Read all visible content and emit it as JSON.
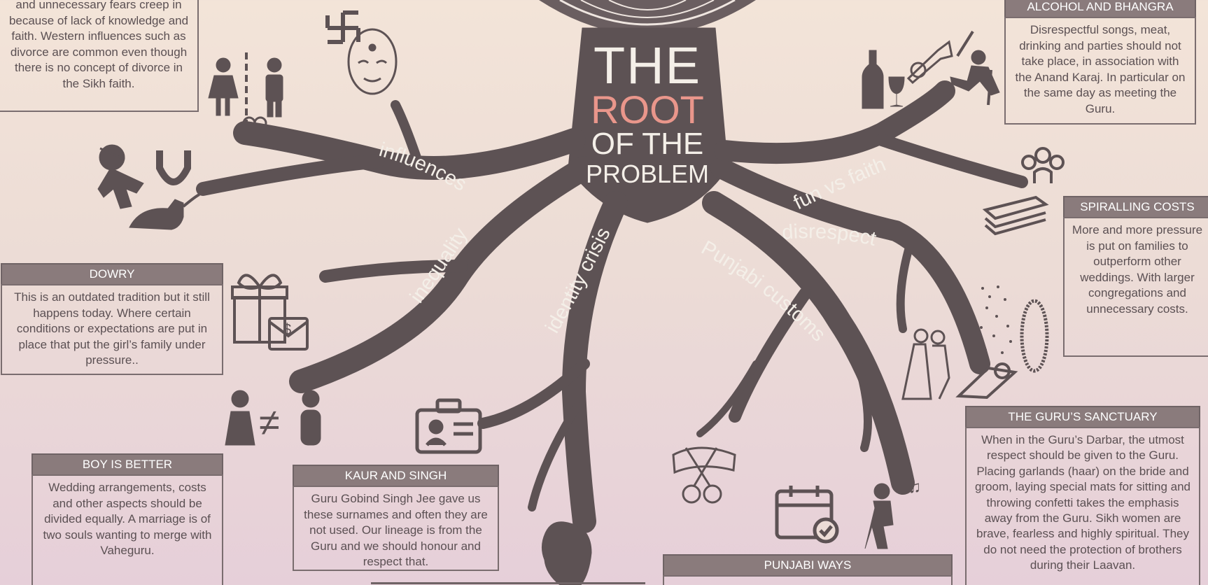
{
  "title": {
    "line1": "THE",
    "line2": "ROOT",
    "line3": "OF THE",
    "line4": "PROBLEM"
  },
  "root_labels": {
    "influences": "influences",
    "inequality": "inequality",
    "identity_crisis": "identity crisis",
    "punjabi_customs": "Punjabi customs",
    "fun_vs_faith": "fun vs faith",
    "disrespect": "disrespect"
  },
  "boxes": {
    "fears": {
      "title": "",
      "text": "and unnecessary fears creep in because of lack of knowledge and faith.  Western influences such as divorce are common even though there is no concept of divorce in the Sikh faith."
    },
    "alcohol": {
      "title": "ALCOHOL AND BHANGRA",
      "text": "Disrespectful songs, meat, drinking and parties should not take place,  in association with the Anand Karaj.  In particular on the same day as meeting the Guru."
    },
    "costs": {
      "title": "SPIRALLING COSTS",
      "text": "More and more pressure is put on families to outperform other weddings.  With larger congregations and unnecessary costs."
    },
    "dowry": {
      "title": "DOWRY",
      "text": "This is an outdated tradition but it still happens today.   Where certain conditions or expectations are put in place that put the girl’s family under pressure.."
    },
    "boy": {
      "title": "BOY IS BETTER",
      "text": "Wedding arrangements, costs and other aspects should be divided equally.  A marriage is of two souls wanting to merge with Vaheguru."
    },
    "kaur": {
      "title": "KAUR AND SINGH",
      "text": "Guru Gobind Singh Jee gave us these surnames and often they are not used.   Our lineage is from the Guru and we should honour and respect that."
    },
    "sanctuary": {
      "title": "THE GURU’S SANCTUARY",
      "text": "When in the Guru’s Darbar, the utmost respect should be given to the Guru.  Placing garlands (haar) on the bride and groom, laying special mats for sitting and throwing confetti takes the emphasis away from the Guru.  Sikh women are brave, fearless and highly spiritual.  They do not need the protection of brothers during their Laavan."
    },
    "punjabi": {
      "title": "PUNJABI WAYS",
      "text": ""
    }
  },
  "icons": [
    "swastika-icon",
    "mask-face-icon",
    "divorce-couple-icon",
    "voodoo-doll-icon",
    "horseshoe-icon",
    "black-cat-icon",
    "gift-icon",
    "money-envelope-icon",
    "gender-inequality-icon",
    "id-card-icon",
    "lion-icon",
    "scissors-ribbon-icon",
    "calendar-icon",
    "singer-icon",
    "wedding-couple-icon",
    "prayer-mat-icon",
    "garland-icon",
    "confetti-icon",
    "money-stack-icon",
    "crowd-icon",
    "bottle-glass-icon",
    "trumpet-icon",
    "bhangra-dancer-icon",
    "mandala-icon"
  ],
  "colors": {
    "tree": "#5d5254",
    "accent_root": "#e9968b",
    "title_white": "#f4efe8",
    "box_header": "#8a7b7c",
    "box_text": "#5b5053"
  }
}
